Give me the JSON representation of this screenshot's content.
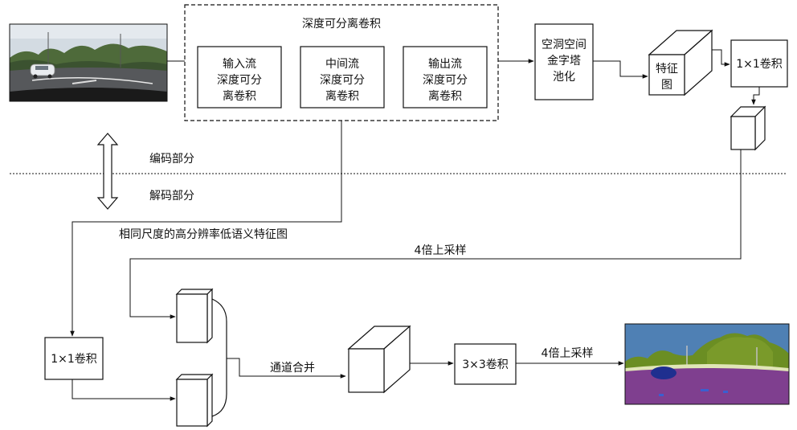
{
  "encoder": {
    "dsc_group_title": "深度可分离卷积",
    "entry_flow": [
      "输入流",
      "深度可分",
      "离卷积"
    ],
    "middle_flow": [
      "中间流",
      "深度可分",
      "离卷积"
    ],
    "exit_flow": [
      "输出流",
      "深度可分",
      "离卷积"
    ],
    "aspp": [
      "空洞空间",
      "金字塔",
      "池化"
    ],
    "feature_map": [
      "特征",
      "图"
    ],
    "conv1x1": "1×1卷积"
  },
  "section_labels": {
    "encoder": "编码部分",
    "decoder": "解码部分"
  },
  "decoder": {
    "lowlevel_label": "相同尺度的高分辨率低语义特征图",
    "upsample_top": "4倍上采样",
    "conv1x1": "1×1卷积",
    "concat_label": "通道合并",
    "conv3x3": "3×3卷积",
    "upsample_final": "4倍上采样"
  },
  "colors": {
    "line": "#111111",
    "photo_sky": "#c9d3dc",
    "photo_road": "#4a4a4a",
    "seg_sky": "#4f80b4",
    "seg_tree": "#6b8e23",
    "seg_road": "#7f3f8f",
    "seg_car": "#1f2f8f"
  }
}
